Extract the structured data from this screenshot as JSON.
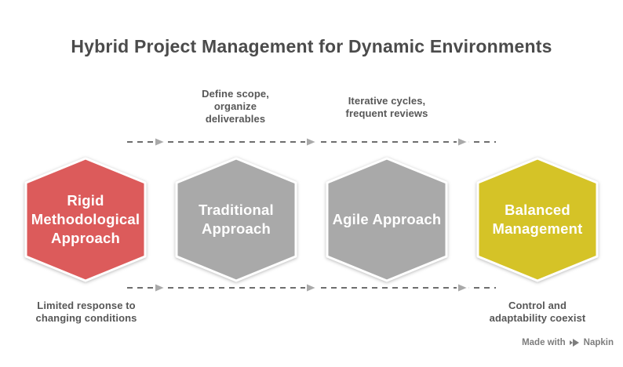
{
  "title": "Hybrid Project Management for Dynamic Environments",
  "colors": {
    "hex_red": "#DC5B5B",
    "hex_gray": "#A9A9A9",
    "hex_yellow": "#D5C327",
    "title_text": "#4B4B4B",
    "annotation_text": "#575757",
    "dashed_line": "#6E6E6E",
    "arrowhead_fill": "#A9A9A9",
    "hexagon_stroke": "#FFFFFF"
  },
  "hexagons": [
    {
      "label": "Rigid\nMethodological\nApproach",
      "color": "#DC5B5B"
    },
    {
      "label": "Traditional\nApproach",
      "color": "#A9A9A9"
    },
    {
      "label": "Agile Approach",
      "color": "#A9A9A9"
    },
    {
      "label": "Balanced\nManagement",
      "color": "#D5C327"
    }
  ],
  "annotations": {
    "top_left": "Define scope,\norganize\ndeliverables",
    "top_right": "Iterative cycles,\nfrequent reviews",
    "bottom_left": "Limited response to\nchanging conditions",
    "bottom_right": "Control and\nadaptability coexist"
  },
  "watermark": {
    "prefix": "Made with",
    "brand": "Napkin"
  }
}
